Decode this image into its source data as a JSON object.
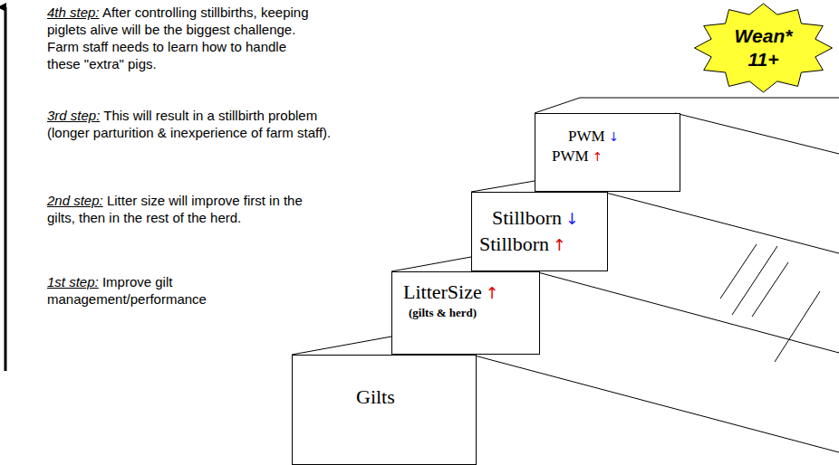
{
  "diagram": {
    "nodes": [
      {
        "text": [
          "Gilts"
        ]
      },
      {
        "text": [
          "LitterSize",
          "↑",
          "(gilts & herd)"
        ]
      },
      {
        "text": [
          "Stillborn",
          "↓",
          "Stillborn",
          "↑"
        ]
      },
      {
        "text": [
          "PWM",
          "↓",
          "PWM",
          "↑"
        ]
      },
      {
        "text": [
          "Wean* 11+"
        ]
      }
    ],
    "labels": [
      "4th step:",
      "After controlling stillbirths, keeping piglets alive will be the biggest challenge. Farm staff needs to learn how to handle these \"extra\" pigs.",
      "3rd step:",
      "This will result in a stillbirth problem (longer parturition & inexperience of farm staff).",
      "2nd step:",
      "Litter size will improve first in the gilts, then in the rest of the herd.",
      "1st step:",
      "Improve gilt management/performance"
    ]
  }
}
